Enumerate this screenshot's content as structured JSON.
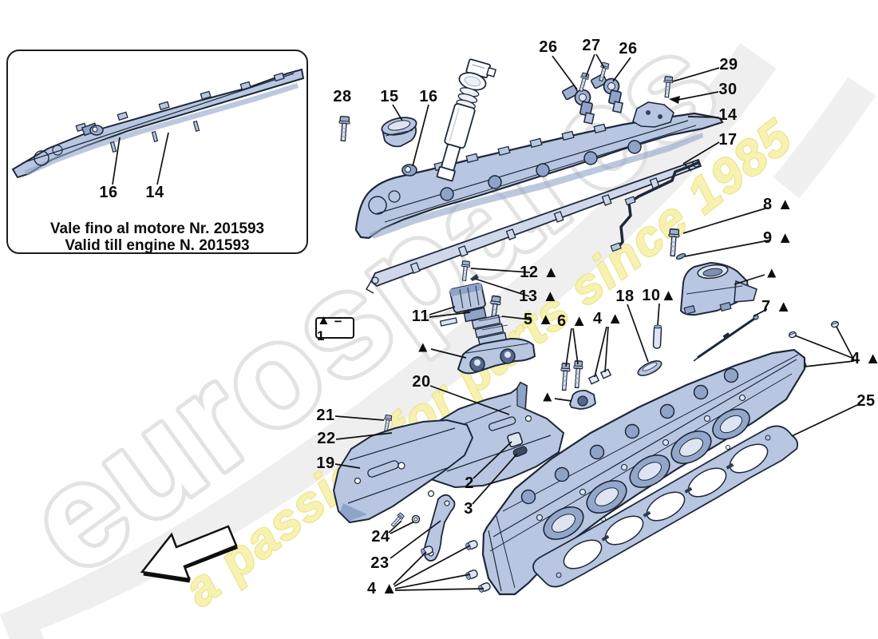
{
  "diagram_title_hidden": "Right hand side cylinder head exploded parts diagram",
  "colors": {
    "part_fill": "#b9c6e2",
    "part_shade": "#8fa3c8",
    "part_light": "#dde4f2",
    "outline": "#1d2839",
    "leader_line": "#111111",
    "watermark_gray": "#e2e2e2",
    "watermark_yellow": "#f2eb9e"
  },
  "watermark": {
    "brand": "eurospares",
    "tagline": "a passion for parts since 1985"
  },
  "inset": {
    "callout_16": "16",
    "callout_14": "14",
    "note_line1": "Vale fino al motore Nr. 201593",
    "note_line2": "Valid till engine N. 201593"
  },
  "legend": {
    "triangle_equals": "▲ = 1"
  },
  "callouts": {
    "c28": "28",
    "c15": "15",
    "c16": "16",
    "c26a": "26",
    "c27": "27",
    "c26b": "26",
    "c29": "29",
    "c30": "30",
    "c14": "14",
    "c17": "17",
    "c8": "8 ▲",
    "c9": "9 ▲",
    "c12": "12 ▲",
    "c13": "13 ▲",
    "c11": "11",
    "c5": "5 ▲",
    "c6": "6 ▲",
    "c4a": "4 ▲",
    "c18": "18",
    "c10": "10▲",
    "tri1": "▲",
    "tri2": "▲",
    "tri3": "▲",
    "c7": "7 ▲",
    "c4b": "4 ▲",
    "c25": "25",
    "c20": "20",
    "c21": "21",
    "c22": "22",
    "c19": "19",
    "c2": "2",
    "c3": "3",
    "c24": "24",
    "c23": "23",
    "c4c": "4 ▲"
  }
}
